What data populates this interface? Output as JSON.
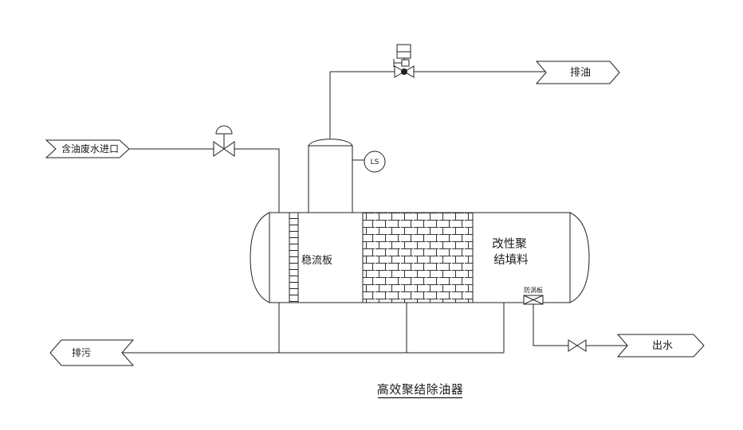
{
  "diagram": {
    "title": "高效聚结除油器",
    "streams": {
      "inlet": "含油废水进口",
      "oil_out": "排油",
      "drain": "排污",
      "water_out": "出水"
    },
    "internals": {
      "baffle": "稳流板",
      "packing_line1": "改性聚",
      "packing_line2": "结填料",
      "vortex_breaker": "防涡板"
    },
    "instrument": {
      "tag": "LS"
    },
    "colors": {
      "line": "#222222",
      "background": "#ffffff",
      "text": "#1a1a1a"
    }
  }
}
